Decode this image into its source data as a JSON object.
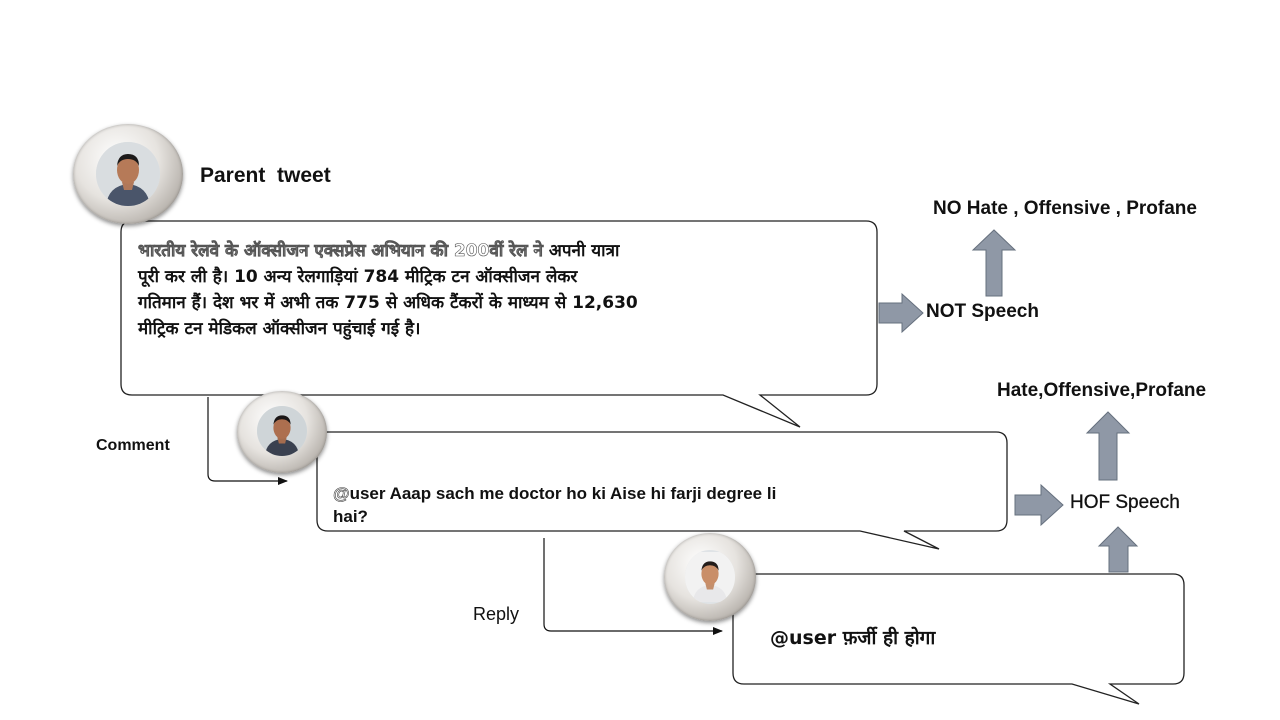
{
  "parent": {
    "label": "Parent  tweet",
    "text_faded": "भारतीय रेलवे के ऑक्सीजन एक्सप्रेस अभियान की 200वीं रेल ने ",
    "text_line1": "अपनी यात्रा",
    "text_line2": "पूरी कर ली है। 10 अन्य रेलगाड़ियां 784 मीट्रिक टन ऑक्सीजन लेकर",
    "text_line3": "गतिमान हैं। देश भर में अभी तक 775 से अधिक टैंकरों के माध्यम से 12,630",
    "text_line4": "मीट्रिक टन मेडिकल ऑक्सीजन पहुंचाई गई है।"
  },
  "comment": {
    "label": "Comment",
    "text_line1": "@user Aaap sach me doctor ho ki  Aise hi farji degree li",
    "text_line2": "hai?"
  },
  "reply": {
    "label": "Reply",
    "text": "@user फ़र्जी ही होगा"
  },
  "classification": {
    "not_speech": "NOT Speech",
    "no_hate": "NO Hate , Offensive , Profane",
    "hof_speech": "HOF Speech",
    "hate": "Hate,Offensive,Profane"
  },
  "colors": {
    "arrow_fill": "#8f98a6",
    "arrow_stroke": "#66707e",
    "bubble_stroke": "#222222"
  }
}
